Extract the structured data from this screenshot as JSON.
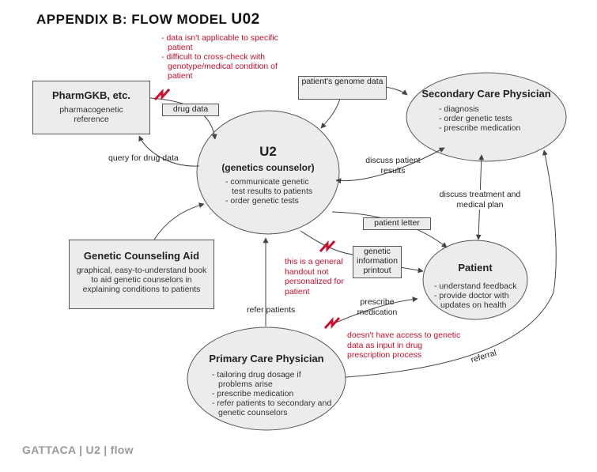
{
  "title": {
    "prefix": "APPENDIX B: FLOW MODEL ",
    "model": "U02"
  },
  "footer": "GATTACA | U2 | flow",
  "nodes": {
    "pharmgkb": {
      "title": "PharmGKB, etc.",
      "desc": "pharmacogenetic reference"
    },
    "u2": {
      "title": "U2",
      "subtitle": "(genetics counselor)",
      "items": [
        "communicate genetic test results to patients",
        "order genetic tests"
      ]
    },
    "secondary": {
      "title": "Secondary Care Physician",
      "items": [
        "diagnosis",
        "order genetic tests",
        "prescribe medication"
      ]
    },
    "aid": {
      "title": "Genetic Counseling Aid",
      "desc": "graphical, easy-to-understand book to aid genetic counselors in explaining conditions to patients"
    },
    "patient": {
      "title": "Patient",
      "items": [
        "understand feedback",
        "provide doctor with updates on health"
      ]
    },
    "primary": {
      "title": "Primary Care Physician",
      "items": [
        "tailoring drug dosage if problems arise",
        "prescribe medication",
        "refer patients to secondary and genetic counselors"
      ]
    }
  },
  "flows": {
    "drug_data": "drug data",
    "query": "query for drug data",
    "genome": "patient's genome data",
    "discuss_results": "discuss patient results",
    "discuss_treatment": "discuss treatment and medical plan",
    "patient_letter": "patient letter",
    "printout": "genetic information printout",
    "prescribe": "prescribe medication",
    "refer": "refer patients",
    "referral": "referral"
  },
  "breakdowns": {
    "pharmgkb": [
      "data isn't applicable to specific patient",
      "difficult to cross-check with genotype/medical condition of patient"
    ],
    "handout": "this is a general handout not personalized for patient",
    "primary": "doesn't have access to genetic data as input in drug prescription process"
  },
  "colors": {
    "fill": "#ececec",
    "stroke": "#555555",
    "breakdown": "#c8102e",
    "footer": "#9a9a9a"
  }
}
